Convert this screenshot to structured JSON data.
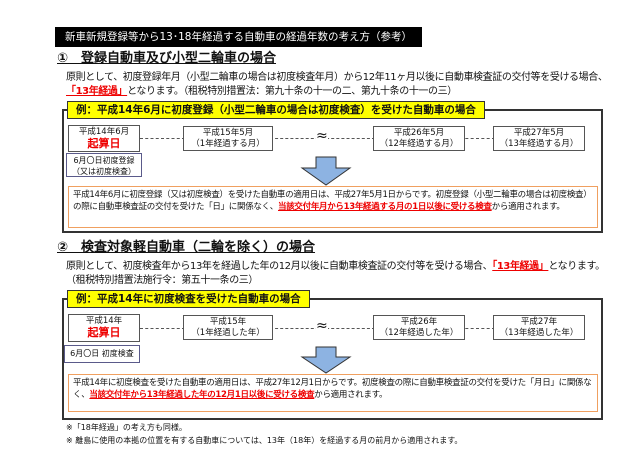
{
  "title": "新車新規登録等から13･18年経過する自動車の経過年数の考え方（参考）",
  "section1": {
    "heading": "①　登録自動車及び小型二輪車の場合",
    "para_a": "原則として、初度登録年月（小型二輪車の場合は初度検査年月）から12年11ヶ月以後に自動車検査証の交付等を受ける場合、",
    "para_red": "「13年経過」",
    "para_b": "となります。（租税特別措置法：第九十条の十一の二、第九十条の十一の三）",
    "example": "例：平成14年6月に初度登録（小型二輪車の場合は初度検査）を受けた自動車の場合",
    "timeline": [
      {
        "line1": "平成14年6月",
        "line2": "起算日"
      },
      {
        "line1": "平成15年5月",
        "line2": "（1年経過する月）"
      },
      {
        "line1": "平成26年5月",
        "line2": "（12年経過する月）"
      },
      {
        "line1": "平成27年5月",
        "line2": "（13年経過する月）"
      }
    ],
    "start_note1": "6月〇日初度登録",
    "start_note2": "（又は初度検査）",
    "result_a": "平成14年6月に初度登録（又は初度検査）を受けた自動車の適用日は、平成27年5月1日からです。初度登録（小型二輪車の場合は初度検査）の際に自動車検査証の交付を受けた「日」に関係なく、",
    "result_red": "当該交付年月から13年経過する月の1日以後に受ける検査",
    "result_b": "から適用されます。"
  },
  "section2": {
    "heading": "②　検査対象軽自動車（二輪を除く）の場合",
    "para_a": "原則として、初度検査年から13年を経過した年の12月以後に自動車検査証の交付等を受ける場合、",
    "para_red": "「13年経過」",
    "para_b": "となります。（租税特別措置法施行令：第五十一条の三）",
    "example": "例：平成14年に初度検査を受けた自動車の場合",
    "timeline": [
      {
        "line1": "平成14年",
        "line2": "起算日"
      },
      {
        "line1": "平成15年",
        "line2": "（1年経過した年）"
      },
      {
        "line1": "平成26年",
        "line2": "（12年経過した年）"
      },
      {
        "line1": "平成27年",
        "line2": "（13年経過した年）"
      }
    ],
    "start_note1": "6月〇日 初度検査",
    "result_a": "平成14年に初度検査を受けた自動車の適用日は、平成27年12月1日からです。初度検査の際に自動車検査証の交付を受けた「月日」に関係なく、",
    "result_red": "当該交付年から13年経過した年の12月1日以後に受ける検査",
    "result_b": "から適用されます。"
  },
  "notes": [
    "※「18年経過」の考え方も同様。",
    "※ 離島に使用の本拠の位置を有する自動車については、13年（18年）を経過する月の前月から適用されます。"
  ],
  "colors": {
    "highlight": "#ffff00",
    "red": "#ee0000",
    "arrow": "#8db3e2"
  }
}
